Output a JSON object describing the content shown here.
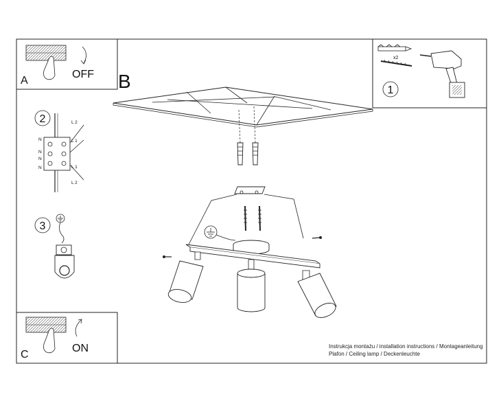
{
  "steps": {
    "a": {
      "letter": "A",
      "switch_label": "OFF"
    },
    "b": {
      "letter": "B"
    },
    "c": {
      "letter": "C",
      "switch_label": "ON"
    }
  },
  "tools_panel": {
    "step_number": "1",
    "anchor_qty": "x2"
  },
  "wiring": {
    "step_number": "2",
    "terminal_labels": [
      "N",
      "N",
      "N",
      "N"
    ],
    "wire_labels": [
      "L 2",
      "L 1",
      "L 1",
      "L 2"
    ]
  },
  "ground": {
    "step_number": "3"
  },
  "caption": {
    "line1": "Instrukcja montażu / installation instructions / Montageanleitung",
    "line2": "Plafon / Ceiling lamp / Deckenleuchte"
  }
}
